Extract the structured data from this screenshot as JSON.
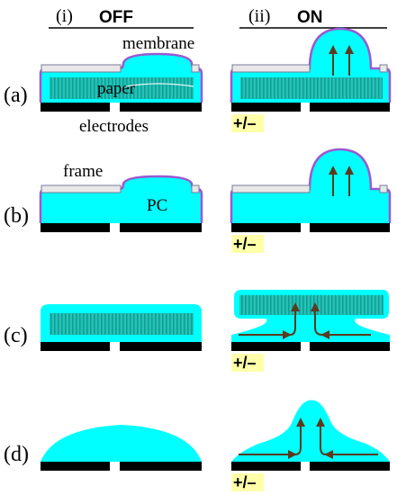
{
  "columns": {
    "left_roman": "(i)",
    "left_state": "OFF",
    "right_roman": "(ii)",
    "right_state": "ON"
  },
  "rows": {
    "a": "(a)",
    "b": "(b)",
    "c": "(c)",
    "d": "(d)"
  },
  "labels": {
    "membrane": "membrane",
    "paper": "paper",
    "electrodes": "electrodes",
    "frame": "frame",
    "pc": "PC"
  },
  "polarity": "+/–",
  "colors": {
    "fluid": "#00ffff",
    "membrane": "#9b59d0",
    "paper": "#20c4b8",
    "paper_stripe": "#169c94",
    "electrode": "#000000",
    "frame": "#e8e8e8",
    "arrow": "#5b3a1f",
    "polarity_bg": "#ffffaa"
  }
}
